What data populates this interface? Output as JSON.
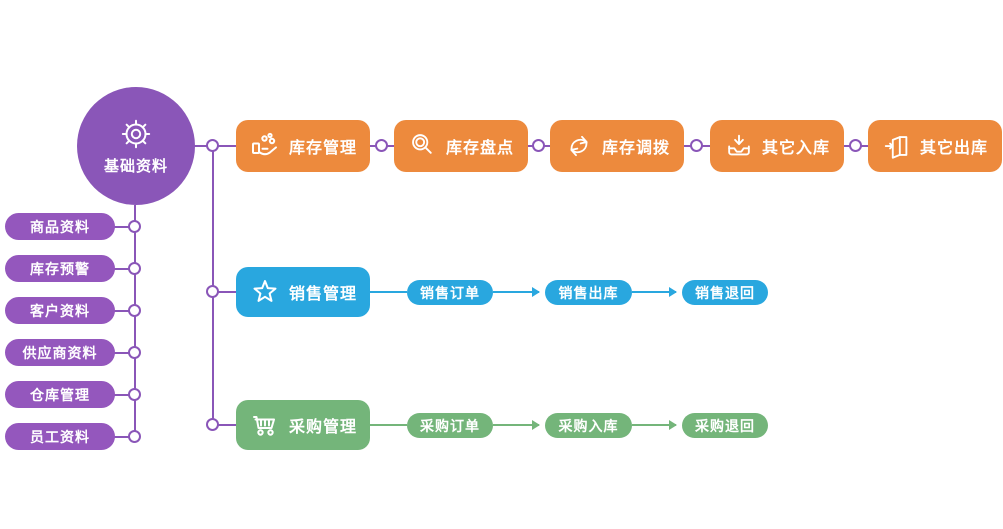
{
  "diagram": {
    "root": {
      "label": "基础资料",
      "icon": "gear-icon"
    },
    "left_items": [
      {
        "label": "商品资料"
      },
      {
        "label": "库存预警"
      },
      {
        "label": "客户资料"
      },
      {
        "label": "供应商资料"
      },
      {
        "label": "仓库管理"
      },
      {
        "label": "员工资料"
      }
    ],
    "rows": [
      {
        "name": "inventory",
        "main": {
          "label": "库存管理",
          "icon": "hand-coins-icon"
        },
        "children": [
          {
            "label": "库存盘点",
            "icon": "magnifier-icon"
          },
          {
            "label": "库存调拨",
            "icon": "transfer-arrows-icon"
          },
          {
            "label": "其它入库",
            "icon": "inbox-in-icon"
          },
          {
            "label": "其它出库",
            "icon": "outbound-icon"
          }
        ]
      },
      {
        "name": "sales",
        "main": {
          "label": "销售管理",
          "icon": "star-icon"
        },
        "children": [
          {
            "label": "销售订单"
          },
          {
            "label": "销售出库"
          },
          {
            "label": "销售退回"
          }
        ]
      },
      {
        "name": "purchase",
        "main": {
          "label": "采购管理",
          "icon": "cart-icon"
        },
        "children": [
          {
            "label": "采购订单"
          },
          {
            "label": "采购入库"
          },
          {
            "label": "采购退回"
          }
        ]
      }
    ],
    "colors": {
      "purple": "#8a56b8",
      "purple_light": "#9457bd",
      "orange": "#ed8a3d",
      "blue": "#29a7df",
      "green": "#74b57a",
      "text": "#ffffff"
    }
  }
}
